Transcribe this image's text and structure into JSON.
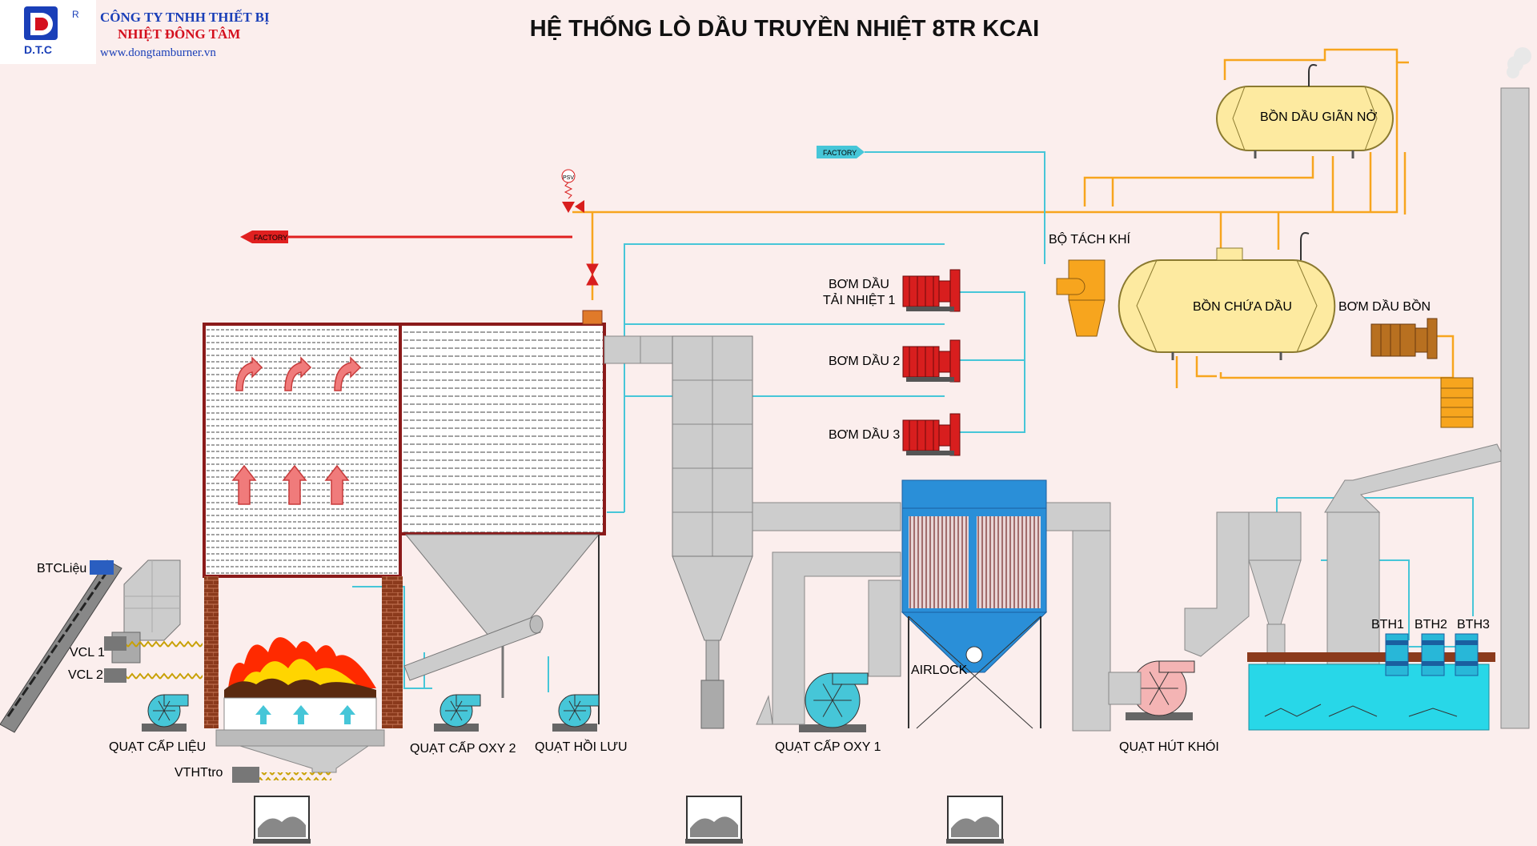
{
  "company": {
    "logo_text": "D.T.C",
    "registered_mark": "R",
    "name_line1": "CÔNG TY TNHH THIẾT BỊ",
    "name_line2": "NHIỆT ĐÔNG TÂM",
    "website": "www.dongtamburner.vn"
  },
  "title": "HỆ THỐNG LÒ DẦU TRUYỀN NHIỆT 8TR KCAI",
  "tags": {
    "factory_return": "FACTORY",
    "factory_supply": "FACTORY",
    "psv": "PSV"
  },
  "labels": {
    "expansion_tank": "BỒN DẦU GIÃN NỞ",
    "storage_tank": "BỒN CHỨA DẦU",
    "storage_pump": "BƠM DẦU BỒN",
    "air_separator": "BỘ TÁCH KHÍ",
    "pump1_line1": "BƠM DẦU",
    "pump1_line2": "TẢI NHIỆT 1",
    "pump2": "BƠM DẦU 2",
    "pump3": "BƠM DẦU 3",
    "feed_screw_motor": "BTCLiệu",
    "vcl1": "VCL 1",
    "vcl2": "VCL 2",
    "ash_screw": "VTHTtro",
    "fan_feed": "QUẠT CẤP LIỆU",
    "fan_oxy2": "QUẠT CẤP OXY 2",
    "fan_return": "QUẠT HỒI LƯU",
    "fan_oxy1": "QUẠT CẤP OXY 1",
    "airlock": "AIRLOCK",
    "fan_exhaust": "QUẠT HÚT KHÓI",
    "bth1": "BTH1",
    "bth2": "BTH2",
    "bth3": "BTH3"
  },
  "colors": {
    "hot_oil_line": "#f7a51e",
    "water_line": "#46c6d8",
    "tank_fill": "#fdeaa0",
    "furnace_frame": "#8b1a1a",
    "brick": "#8b3a1c",
    "duct_gray": "#cdcdcd",
    "pump_red": "#d81e1e",
    "filter_blue": "#2a8fd8",
    "scrubber_water": "#28d7e8"
  }
}
